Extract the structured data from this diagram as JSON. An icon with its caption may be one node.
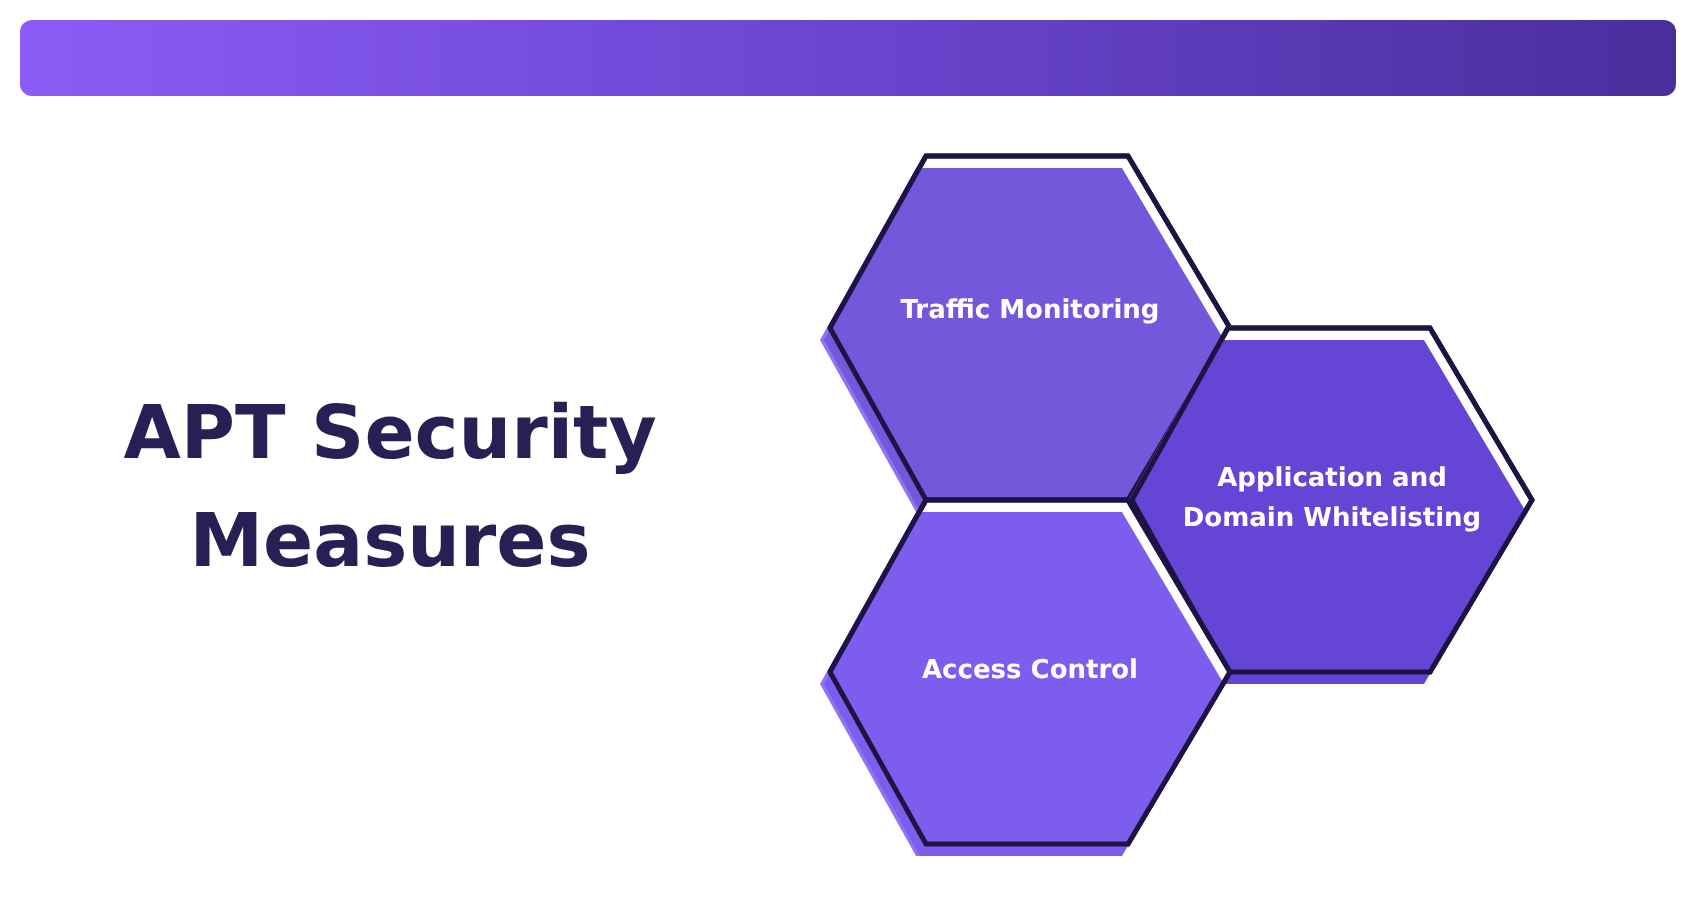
{
  "diagram": {
    "title": "APT Security Measures",
    "nodes": [
      {
        "text": [
          "Traffic Monitoring"
        ]
      },
      {
        "text": [
          "Application and Domain Whitelisting"
        ]
      },
      {
        "text": [
          "Access Control"
        ]
      }
    ]
  }
}
